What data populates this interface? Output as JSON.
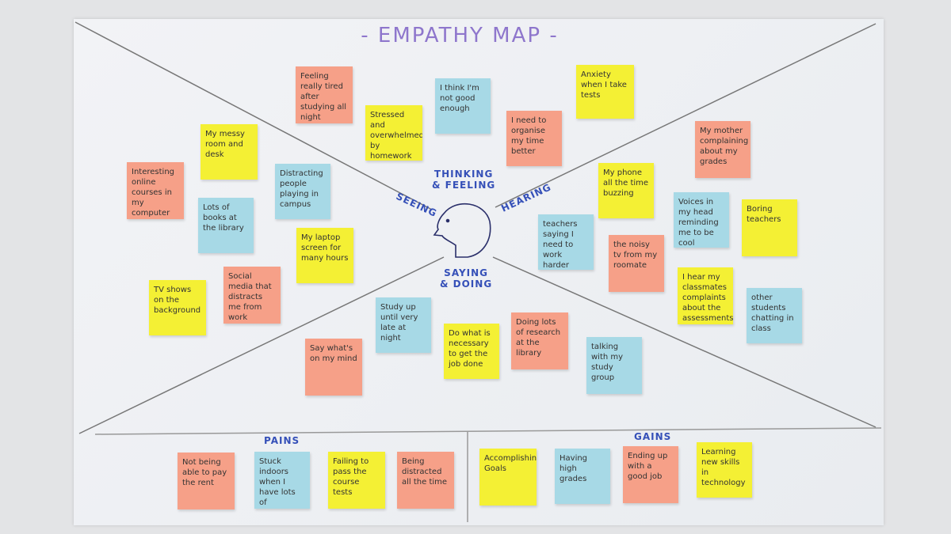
{
  "title": "- EMPATHY MAP -",
  "quadrants": {
    "thinking_feeling": "THINKING\n& FEELING",
    "seeing": "SEEING",
    "hearing": "HEARING",
    "saying_doing": "SAYING\n& DOING"
  },
  "sections": {
    "pains": "PAINS",
    "gains": "GAINS"
  },
  "colors": {
    "pink": "#f6a088",
    "yellow": "#f4f034",
    "blue": "#a7d9e6",
    "label": "#3550b8",
    "title": "#8e76cc"
  },
  "notes": [
    {
      "text": "Feeling really tired after studying all night",
      "color": "pink",
      "area": "thinking"
    },
    {
      "text": "Stressed and overwhelmed by homework deadlines",
      "color": "yellow",
      "area": "thinking"
    },
    {
      "text": "I think I'm not good enough",
      "color": "blue",
      "area": "thinking"
    },
    {
      "text": "Anxiety when I take tests",
      "color": "yellow",
      "area": "thinking"
    },
    {
      "text": "I need to organise my time better",
      "color": "pink",
      "area": "thinking"
    },
    {
      "text": "My messy room and desk",
      "color": "yellow",
      "area": "seeing"
    },
    {
      "text": "Interesting online courses in my computer",
      "color": "pink",
      "area": "seeing"
    },
    {
      "text": "Distracting people playing in campus",
      "color": "blue",
      "area": "seeing"
    },
    {
      "text": "Lots of books at the library",
      "color": "blue",
      "area": "seeing"
    },
    {
      "text": "My laptop screen for many hours",
      "color": "yellow",
      "area": "seeing"
    },
    {
      "text": "TV shows on the background",
      "color": "yellow",
      "area": "seeing"
    },
    {
      "text": "Social media that distracts me from work",
      "color": "pink",
      "area": "seeing"
    },
    {
      "text": "My mother complaining about my grades",
      "color": "pink",
      "area": "hearing"
    },
    {
      "text": "My phone all the time buzzing",
      "color": "yellow",
      "area": "hearing"
    },
    {
      "text": "Voices in my head reminding me to be cool",
      "color": "blue",
      "area": "hearing"
    },
    {
      "text": "Boring teachers",
      "color": "yellow",
      "area": "hearing"
    },
    {
      "text": "teachers saying I need to work harder",
      "color": "blue",
      "area": "hearing"
    },
    {
      "text": "the noisy tv from my roomate",
      "color": "pink",
      "area": "hearing"
    },
    {
      "text": "I hear my classmates complaints about the assessments",
      "color": "yellow",
      "area": "hearing"
    },
    {
      "text": "other students chatting in class",
      "color": "blue",
      "area": "hearing"
    },
    {
      "text": "Study up until very late at night",
      "color": "blue",
      "area": "saying"
    },
    {
      "text": "Say what's on my mind",
      "color": "pink",
      "area": "saying"
    },
    {
      "text": "Do what is necessary to get the job done",
      "color": "yellow",
      "area": "saying"
    },
    {
      "text": "Doing lots of research at the library",
      "color": "pink",
      "area": "saying"
    },
    {
      "text": "talking with my study group",
      "color": "blue",
      "area": "saying"
    },
    {
      "text": "Not being able to pay the rent",
      "color": "pink",
      "area": "pains"
    },
    {
      "text": "Stuck indoors when I have lots of homework",
      "color": "blue",
      "area": "pains"
    },
    {
      "text": "Failing to pass the course tests",
      "color": "yellow",
      "area": "pains"
    },
    {
      "text": "Being distracted all the time",
      "color": "pink",
      "area": "pains"
    },
    {
      "text": "Accomplishing Goals",
      "color": "yellow",
      "area": "gains"
    },
    {
      "text": "Having high grades",
      "color": "blue",
      "area": "gains"
    },
    {
      "text": "Ending up with a good job",
      "color": "pink",
      "area": "gains"
    },
    {
      "text": "Learning new skills in technology",
      "color": "yellow",
      "area": "gains"
    }
  ]
}
